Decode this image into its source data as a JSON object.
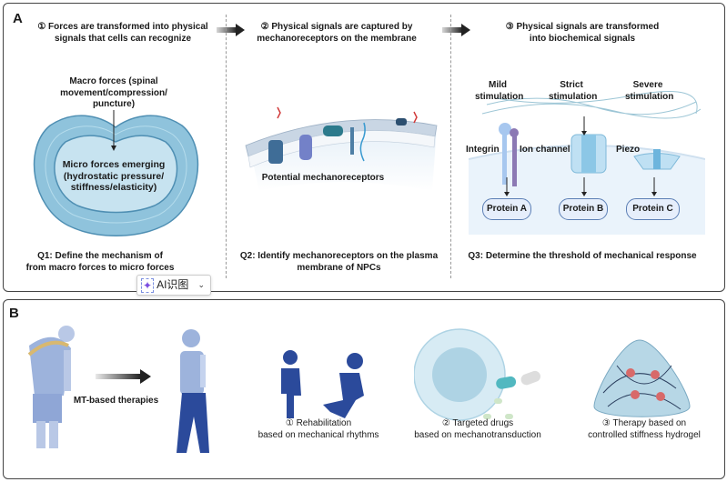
{
  "panel_a": {
    "label": "A",
    "step1": {
      "line1": "① Forces are transformed into physical",
      "line2": "signals that cells can recognize"
    },
    "step2": {
      "line1": "② Physical signals are captured by",
      "line2": "mechanoreceptors on the membrane"
    },
    "step3": {
      "line1": "③ Physical signals are transformed",
      "line2": "into biochemical signals"
    },
    "macro": {
      "line1": "Macro forces (spinal",
      "line2": "movement/compression/",
      "line3": "puncture)"
    },
    "micro": {
      "line1": "Micro forces emerging",
      "line2": "(hydrostatic pressure/",
      "line3": "stiffness/elasticity)"
    },
    "membrane_label": "Potential mechanoreceptors",
    "stimulation": {
      "mild": [
        "Mild",
        "stimulation"
      ],
      "strict": [
        "Strict",
        "stimulation"
      ],
      "severe": [
        "Severe",
        "stimulation"
      ]
    },
    "receptors": {
      "integrin": "Integrin",
      "ion_channel": "Ion channel",
      "piezo": "Piezo"
    },
    "proteins": [
      "Protein A",
      "Protein B",
      "Protein C"
    ],
    "q1": {
      "line1": "Q1: Define the mechanism of",
      "line2": "from macro forces to micro forces"
    },
    "q2": {
      "line1": "Q2: Identify mechanoreceptors on the plasma",
      "line2": "membrane of NPCs"
    },
    "q3": "Q3: Determine the threshold of mechanical response"
  },
  "overlay": {
    "label": "AI识图",
    "icon": "sparkle-icon",
    "chevron": "chevron-down-icon"
  },
  "panel_b": {
    "label": "B",
    "arrow_label": "MT-based therapies",
    "therapies": [
      {
        "line1": "① Rehabilitation",
        "line2": "based on mechanical rhythms"
      },
      {
        "line1": "② Targeted drugs",
        "line2": "based on mechanotransduction"
      },
      {
        "line1": "③ Therapy based on",
        "line2": "controlled stiffness hydrogel"
      }
    ]
  },
  "colors": {
    "disc": "#8fc3dc",
    "disc_inner": "#c7e3f0",
    "figure_dark": "#2b4a9b",
    "figure_light": "#9db3dc",
    "protein_border": "#5c7fb5"
  }
}
